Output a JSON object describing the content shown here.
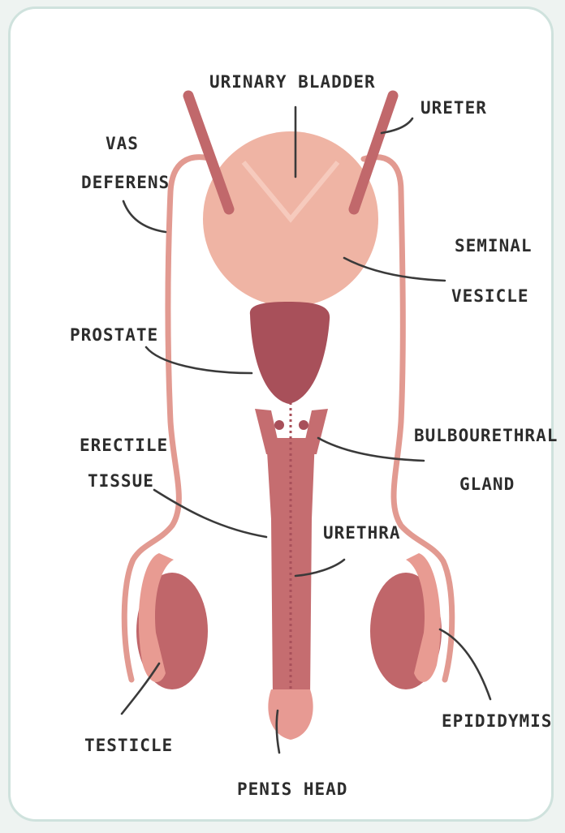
{
  "diagram": {
    "labels": {
      "urinary_bladder": "URINARY BLADDER",
      "ureter": "URETER",
      "vas_deferens_1": "VAS",
      "vas_deferens_2": "DEFERENS",
      "seminal_vesicle_1": "SEMINAL",
      "seminal_vesicle_2": "VESICLE",
      "prostate": "PROSTATE",
      "erectile_tissue_1": "ERECTILE",
      "erectile_tissue_2": "TISSUE",
      "bulbourethral_gland_1": "BULBOURETHRAL",
      "bulbourethral_gland_2": "GLAND",
      "urethra": "URETHRA",
      "testicle": "TESTICLE",
      "epididymis": "EPIDIDYMIS",
      "penis_head": "PENIS HEAD"
    },
    "colors": {
      "bladder": "#efb4a4",
      "prostate": "#a8505a",
      "penis": "#c56d70",
      "glans": "#e79a93",
      "testicle": "#c0666a",
      "epididymis": "#e89b92",
      "duct": "#e29a91",
      "ureter": "#c1686b",
      "frame": "#cfe2dd"
    }
  }
}
